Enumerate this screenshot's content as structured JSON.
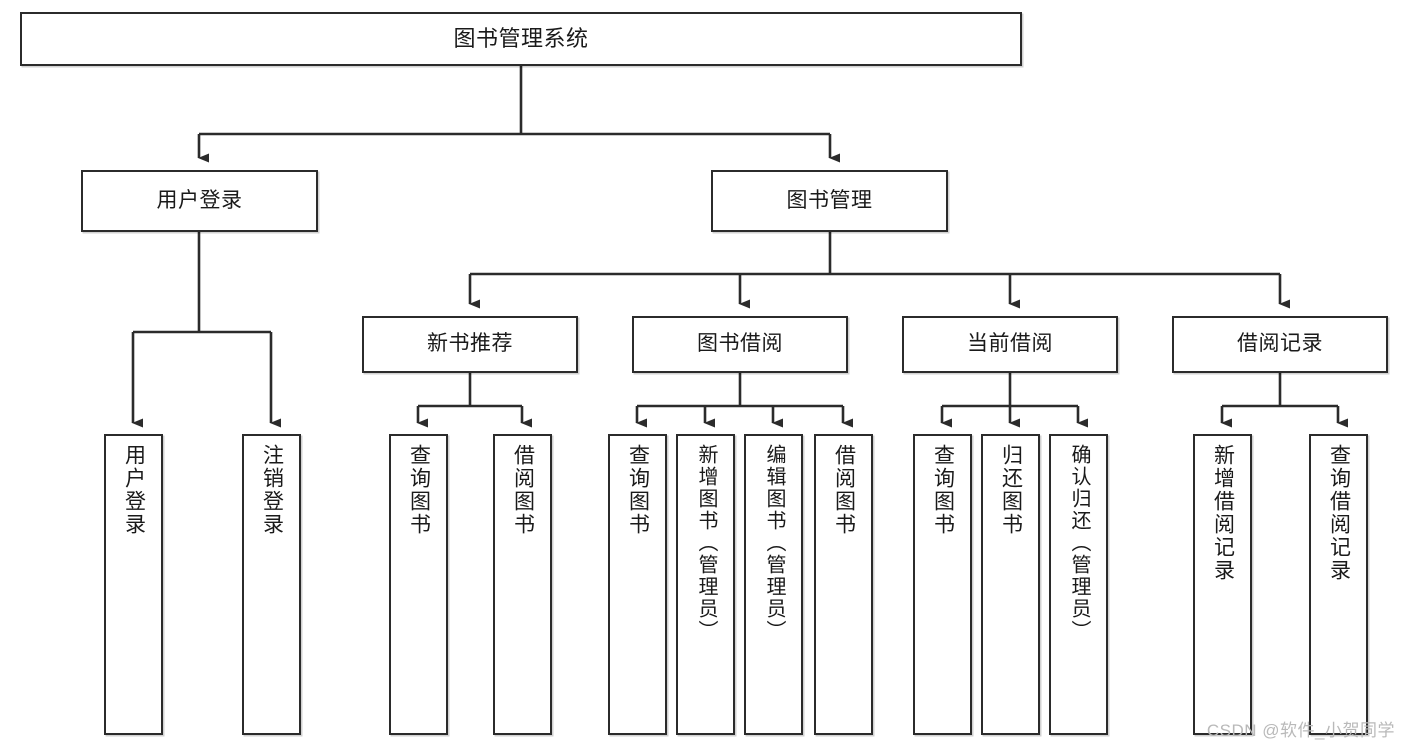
{
  "diagram": {
    "title": "图书管理系统",
    "type": "tree-hierarchy-chart",
    "colors": {
      "box_border": "#2b2b2b",
      "box_fill": "#ffffff",
      "connector": "#2b2b2b",
      "text": "#1a1a1a",
      "watermark": "#b9b9b9"
    },
    "root": {
      "label": "图书管理系统"
    },
    "level2": [
      {
        "label": "用户登录"
      },
      {
        "label": "图书管理"
      }
    ],
    "level3": [
      {
        "label": "新书推荐"
      },
      {
        "label": "图书借阅"
      },
      {
        "label": "当前借阅"
      },
      {
        "label": "借阅记录"
      }
    ],
    "leaves": [
      {
        "label": "用户登录",
        "parent": "用户登录"
      },
      {
        "label": "注销登录",
        "parent": "用户登录"
      },
      {
        "label": "查询图书",
        "parent": "新书推荐"
      },
      {
        "label": "借阅图书",
        "parent": "新书推荐"
      },
      {
        "label": "查询图书",
        "parent": "图书借阅"
      },
      {
        "label": "新增图书（管理员）",
        "parent": "图书借阅"
      },
      {
        "label": "编辑图书（管理员）",
        "parent": "图书借阅"
      },
      {
        "label": "借阅图书",
        "parent": "图书借阅"
      },
      {
        "label": "查询图书",
        "parent": "当前借阅"
      },
      {
        "label": "归还图书",
        "parent": "当前借阅"
      },
      {
        "label": "确认归还（管理员）",
        "parent": "当前借阅"
      },
      {
        "label": "新增借阅记录",
        "parent": "借阅记录"
      },
      {
        "label": "查询借阅记录",
        "parent": "借阅记录"
      }
    ]
  },
  "watermark": {
    "text": "CSDN @软件_小贺同学"
  }
}
